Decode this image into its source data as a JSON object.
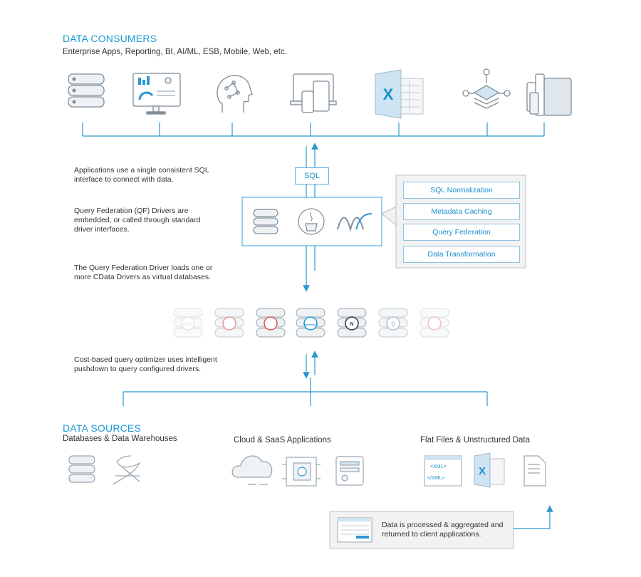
{
  "consumers": {
    "title": "DATA CONSUMERS",
    "subtitle": "Enterprise Apps, Reporting, BI, AI/ML, ESB, Mobile, Web, etc.",
    "icons": [
      "server-stack-icon",
      "dashboard-monitor-icon",
      "ai-head-icon",
      "devices-icon",
      "excel-icon",
      "layers-network-icon",
      "power-bi-icon"
    ]
  },
  "notes": {
    "sql_interface": "Applications use a single consistent SQL interface to connect with data.",
    "drivers_embedded": "Query Federation (QF) Drivers are embedded, or called through standard driver interfaces.",
    "virtual_db": "The Query Federation Driver loads one or more CData Drivers as virtual databases.",
    "optimizer": "Cost-based query optimizer uses intelligent pushdown to query configured drivers."
  },
  "sql_label": "SQL",
  "features": [
    "SQL Normalization",
    "Metadata Caching",
    "Query Federation",
    "Data Transformation"
  ],
  "driver_badges": [
    "CSV",
    "",
    "",
    "salesforce",
    "N",
    "Q",
    ""
  ],
  "sources": {
    "title": "DATA SOURCES",
    "groups": [
      "Databases & Data Warehouses",
      "Cloud & SaaS Applications",
      "Flat Files & Unstructured Data"
    ],
    "xml_open": "<XML>",
    "xml_close": "</XML>"
  },
  "result_note": "Data is processed & aggregated and returned to client applications.",
  "colors": {
    "accent": "#1a9ad6",
    "line": "#2b97d0",
    "icon_stroke": "#7f8c97",
    "faded": "#c9d3da"
  }
}
